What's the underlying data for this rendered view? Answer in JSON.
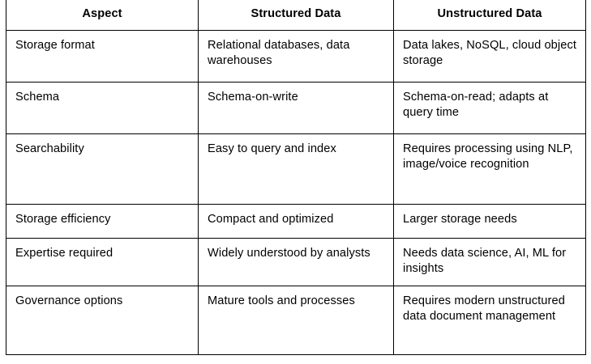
{
  "table": {
    "columns": [
      "Aspect",
      "Structured Data",
      "Unstructured Data"
    ],
    "rows": [
      {
        "aspect": "Storage format",
        "structured": "Relational databases, data warehouses",
        "unstructured": "Data lakes, NoSQL, cloud object storage"
      },
      {
        "aspect": "Schema",
        "structured": "Schema-on-write",
        "unstructured": "Schema-on-read; adapts at query time"
      },
      {
        "aspect": "Searchability",
        "structured": "Easy to query and index",
        "unstructured": "Requires processing using NLP, image/voice recognition"
      },
      {
        "aspect": "Storage efficiency",
        "structured": "Compact and optimized",
        "unstructured": "Larger storage needs"
      },
      {
        "aspect": "Expertise required",
        "structured": "Widely understood by analysts",
        "unstructured": "Needs data science, AI, ML for insights"
      },
      {
        "aspect": "Governance options",
        "structured": "Mature tools and processes",
        "unstructured": "Requires modern unstructured data document management"
      }
    ]
  },
  "style": {
    "border_color": "#000000",
    "background": "#ffffff",
    "text_color": "#000000"
  }
}
